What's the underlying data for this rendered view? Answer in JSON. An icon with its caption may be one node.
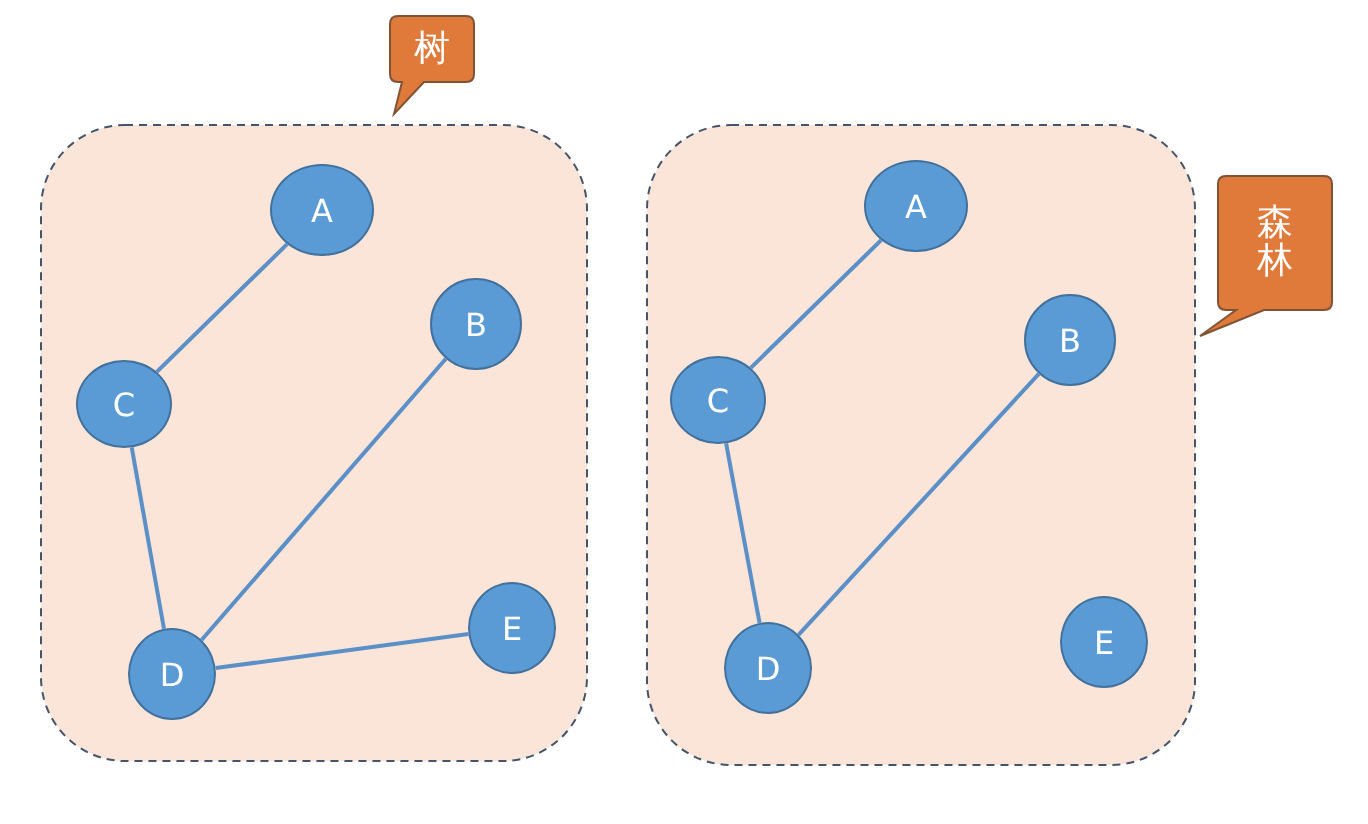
{
  "diagram": {
    "nodes": [
      {
        "text": [
          "树"
        ]
      },
      {
        "text": [],
        "shape": "box"
      },
      {
        "text": [
          "A"
        ],
        "in": 1
      },
      {
        "text": [
          "B"
        ],
        "in": 1
      },
      {
        "text": [
          "C"
        ],
        "in": 1
      },
      {
        "text": [
          "D"
        ],
        "in": 1
      },
      {
        "text": [
          "E"
        ],
        "in": 1
      },
      {
        "text": [
          "森林"
        ]
      },
      {
        "text": [],
        "shape": "box"
      },
      {
        "text": [
          "A"
        ],
        "in": 8
      },
      {
        "text": [
          "B"
        ],
        "in": 8
      },
      {
        "text": [
          "C"
        ],
        "in": 8
      },
      {
        "text": [
          "D"
        ],
        "in": 8
      },
      {
        "text": [
          "E"
        ],
        "in": 8
      }
    ],
    "edges": [
      {
        "from": 2,
        "to": 4,
        "arrow": "none"
      },
      {
        "from": 4,
        "to": 5,
        "arrow": "none"
      },
      {
        "from": 5,
        "to": 3,
        "arrow": "none"
      },
      {
        "from": 5,
        "to": 6,
        "arrow": "none"
      },
      {
        "from": 9,
        "to": 11,
        "arrow": "none"
      },
      {
        "from": 11,
        "to": 12,
        "arrow": "none"
      },
      {
        "from": 12,
        "to": 10,
        "arrow": "none"
      }
    ]
  }
}
